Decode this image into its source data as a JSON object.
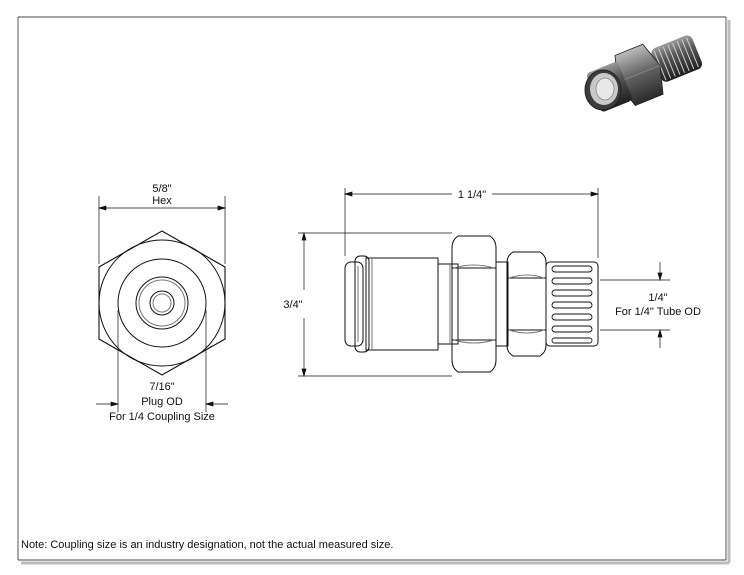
{
  "dimensions": {
    "hex_width": "5/8\"",
    "hex_label": "Hex",
    "plug_od": "7/16\"",
    "plug_label": "Plug OD",
    "plug_note": "For 1/4 Coupling Size",
    "overall_length": "1 1/4\"",
    "overall_height": "3/4\"",
    "tube_od": "1/4\"",
    "tube_label": "For 1/4\" Tube OD"
  },
  "note": "Note: Coupling size is an industry designation, not the actual measured size.",
  "colors": {
    "line": "#111111",
    "gray": "#9a9a9a",
    "shade": "#3a3a3a"
  }
}
